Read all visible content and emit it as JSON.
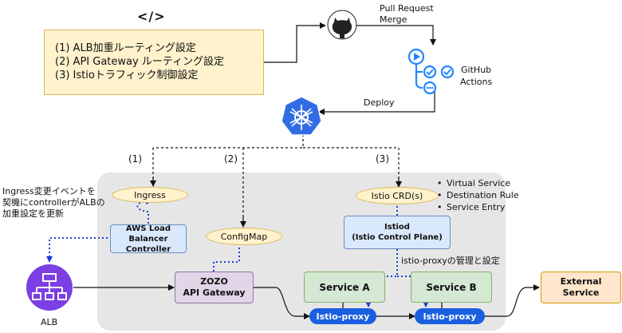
{
  "code_tag": "</>",
  "config_note": {
    "lines": [
      "(1) ALB加重ルーティング設定",
      "(2) API Gateway ルーティング設定",
      "(3) Istioトラフィック制御設定"
    ]
  },
  "github": {
    "pr_merge_lines": [
      "Pull Request",
      "Merge"
    ],
    "actions_lines": [
      "GitHub",
      "Actions"
    ]
  },
  "deploy_label": "Deploy",
  "steps": {
    "one": "(1)",
    "two": "(2)",
    "three": "(3)"
  },
  "ingress_label": "Ingress",
  "ingress_note": {
    "lines": [
      "Ingress変更イベントを",
      "契機にcontrollerがALBの",
      "加重設定を更新"
    ]
  },
  "aws_lb_controller_lines": [
    "AWS Load Balancer",
    "Controller"
  ],
  "configmap_label": "ConfigMap",
  "istio_crd_label": "Istio CRD(s)",
  "istio_resources": [
    "Virtual Service",
    "Destination Rule",
    "Service Entry"
  ],
  "istiod_lines": [
    "Istiod",
    "(Istio Control Plane)"
  ],
  "istio_proxy_mgmt_label": "istio-proxyの管理と設定",
  "alb_label": "ALB",
  "zozo_gateway_lines": [
    "ZOZO",
    "API Gateway"
  ],
  "service_a_label": "Service A",
  "service_b_label": "Service B",
  "istio_proxy_label": "Istio-proxy",
  "external_service_lines": [
    "External",
    "Service"
  ],
  "colors": {
    "panel": "#e6e6e6",
    "note_fill": "#fff2cc",
    "blue_box": "#dae8fc",
    "purple_box": "#e1d5e7",
    "green_box": "#d5e8d4",
    "orange_box": "#ffe6cc",
    "pill": "#1a5fe0",
    "dotted_link": "#1a3fd6",
    "k8s": "#326ce5",
    "alb": "#7b3fe4"
  }
}
